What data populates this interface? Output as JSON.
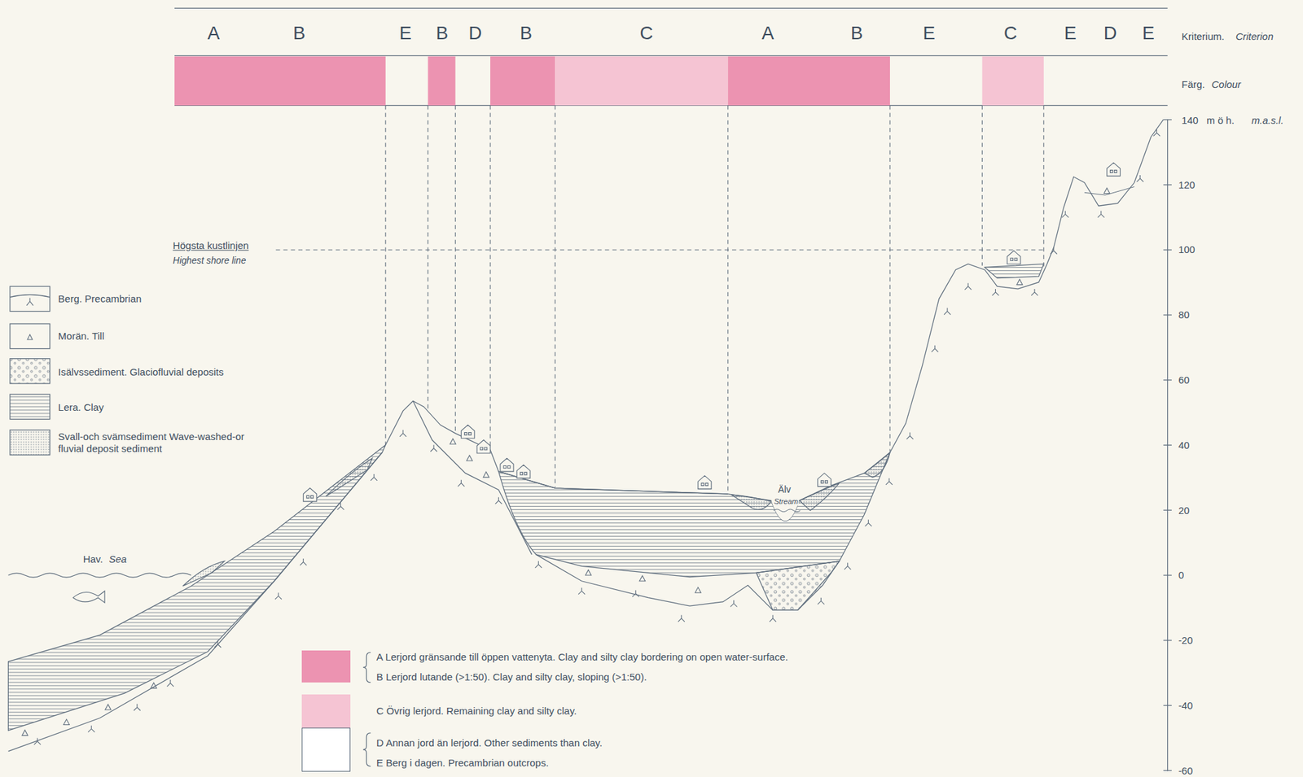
{
  "diagram": {
    "labels": [
      "A",
      "B",
      "E",
      "B",
      "D",
      "B",
      "C",
      "A",
      "B",
      "E",
      "C",
      "E",
      "D",
      "E",
      "Kriterium.",
      "Criterion",
      "Färg.",
      "Colour",
      "140",
      "m ö h.",
      "m.a.s.l.",
      "120",
      "100",
      "80",
      "60",
      "40",
      "20",
      "0",
      "-20",
      "-40",
      "-60",
      "Högsta kustlinjen",
      "Highest shore line",
      "Hav.",
      "Sea",
      "Älv",
      "Stream"
    ],
    "legend": [
      {
        "text": "Berg. Precambrian"
      },
      {
        "text": "Morän. Till"
      },
      {
        "text": "Isälvssediment. Glaciofluvial deposits"
      },
      {
        "text": "Lera. Clay"
      },
      {
        "text": "Svall-och svämsediment Wave-washed-or fluvial deposit sediment"
      },
      {
        "text": "A Lerjord gränsande till öppen vattenyta. Clay and silty clay bordering on open water-surface.",
        "color": "#ec93b1"
      },
      {
        "text": "B Lerjord lutande (>1:50). Clay and silty clay, sloping (>1:50).",
        "color": "#ec93b1"
      },
      {
        "text": "C Övrig lerjord. Remaining clay and silty clay.",
        "color": "#f5c4d3"
      },
      {
        "text": "D Annan jord än lerjord. Other sediments than clay.",
        "color": "#ffffff"
      },
      {
        "text": "E Berg i dagen. Precambrian outcrops.",
        "color": "#ffffff"
      }
    ]
  }
}
